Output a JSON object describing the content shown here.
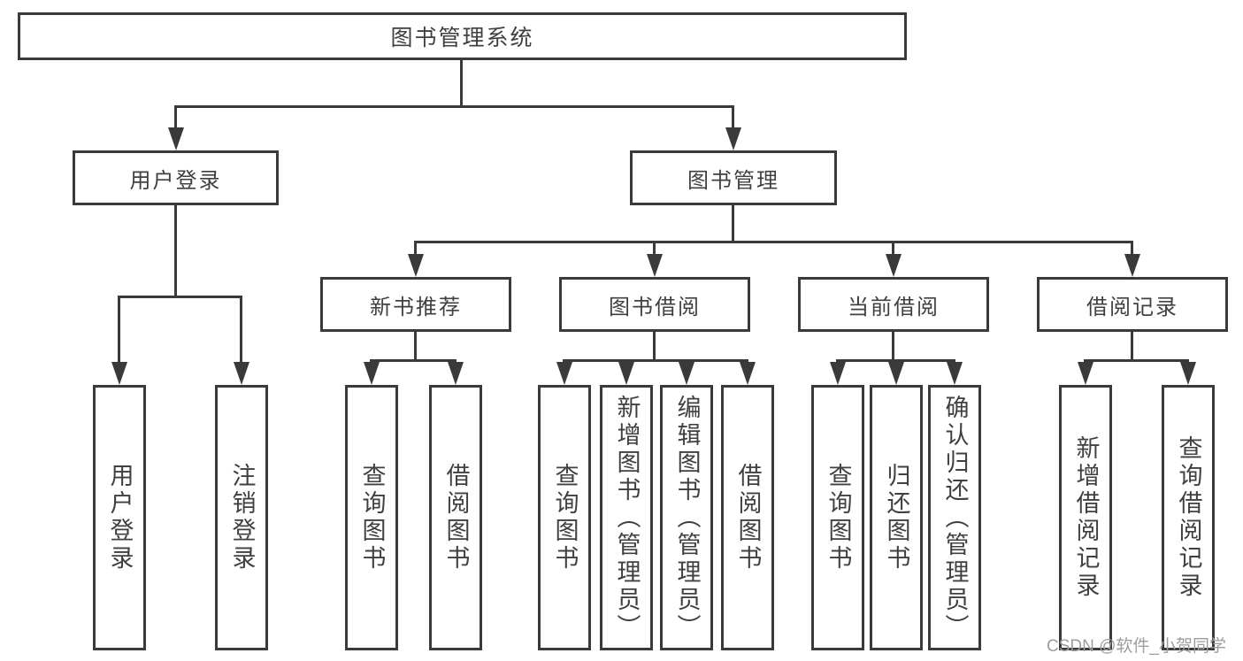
{
  "colors": {
    "line": "#3a3a3a",
    "text": "#404040",
    "background": "#ffffff",
    "watermark": "#9d9d9d"
  },
  "tree": {
    "root": {
      "label": "图书管理系统"
    },
    "children": [
      {
        "label": "用户登录",
        "children": [
          {
            "label": "用户登录"
          },
          {
            "label": "注销登录"
          }
        ]
      },
      {
        "label": "图书管理",
        "children": [
          {
            "label": "新书推荐",
            "children": [
              {
                "label": "查询图书"
              },
              {
                "label": "借阅图书"
              }
            ]
          },
          {
            "label": "图书借阅",
            "children": [
              {
                "label": "查询图书"
              },
              {
                "label": "新增图书（管理员）"
              },
              {
                "label": "编辑图书（管理员）"
              },
              {
                "label": "借阅图书"
              }
            ]
          },
          {
            "label": "当前借阅",
            "children": [
              {
                "label": "查询图书"
              },
              {
                "label": "归还图书"
              },
              {
                "label": "确认归还（管理员）"
              }
            ]
          },
          {
            "label": "借阅记录",
            "children": [
              {
                "label": "新增借阅记录"
              },
              {
                "label": "查询借阅记录"
              }
            ]
          }
        ]
      }
    ]
  },
  "watermark": {
    "text": "CSDN @软件_小贺同学"
  }
}
